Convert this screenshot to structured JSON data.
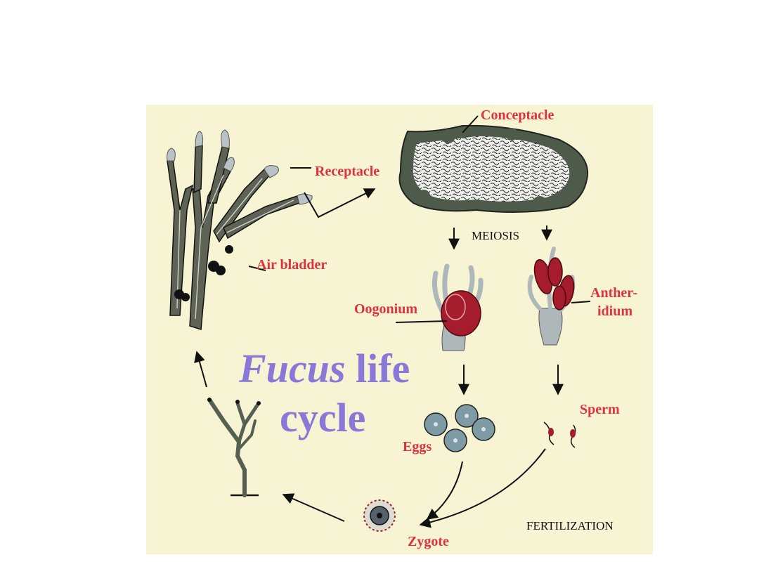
{
  "labels": {
    "conceptacle": "Conceptacle",
    "receptacle": "Receptacle",
    "meiosis": "MEIOSIS",
    "air_bladder": "Air bladder",
    "oogonium": "Oogonium",
    "antheridium_line1": "Anther-",
    "antheridium_line2": "idium",
    "eggs": "Eggs",
    "sperm": "Sperm",
    "zygote": "Zygote",
    "fertilization": "FERTILIZATION"
  },
  "title": {
    "italic": "Fucus",
    "line1_rest": " life",
    "line2": "cycle"
  },
  "colors": {
    "background": "#f7f4d4",
    "label_red": "#e0323e",
    "title_purple": "#8a78d8",
    "thallus": "#5f6355",
    "reproductive_red": "#a51c2c"
  }
}
